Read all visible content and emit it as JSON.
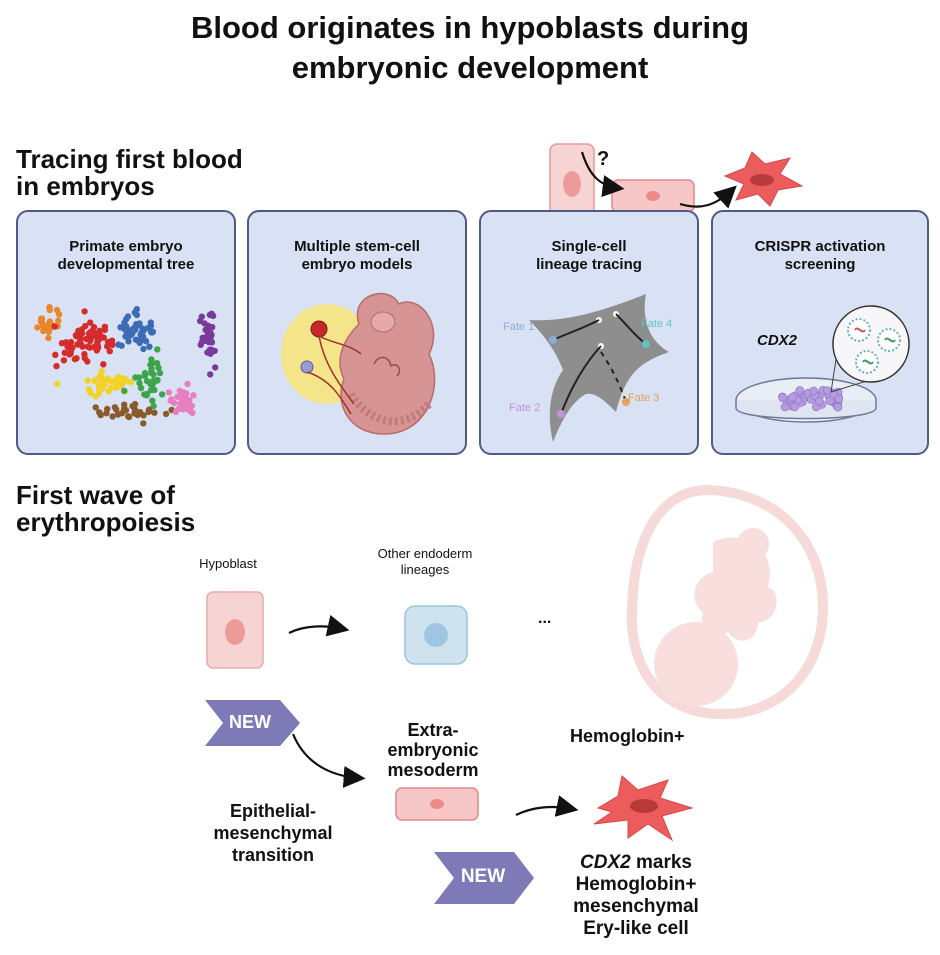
{
  "title_line1": "Blood originates in hypoblasts during",
  "title_line2": "embryonic development",
  "section1": {
    "title_line1": "Tracing first blood",
    "title_line2": "in embryos",
    "question_mark": "?"
  },
  "panels": [
    {
      "line1": "Primate embryo",
      "line2": "developmental tree"
    },
    {
      "line1": "Multiple stem-cell",
      "line2": "embryo models"
    },
    {
      "line1": "Single-cell",
      "line2": "lineage tracing",
      "fates": [
        "Fate 1",
        "Fate 2",
        "Fate 3",
        "Fate 4"
      ]
    },
    {
      "line1": "CRISPR activation",
      "line2": "screening",
      "gene": "CDX2"
    }
  ],
  "section2": {
    "title_line1": "First wave of",
    "title_line2": "erythropoiesis",
    "hypoblast": "Hypoblast",
    "other_endoderm_line1": "Other endoderm",
    "other_endoderm_line2": "lineages",
    "ellipsis": "...",
    "new_tag": "NEW",
    "exe_line1": "Extra-",
    "exe_line2": "embryonic",
    "exe_line3": "mesoderm",
    "hemoglobin": "Hemoglobin+",
    "emt_line1": "Epithelial-",
    "emt_line2": "mesenchymal",
    "emt_line3": "transition",
    "cdx2_gene": "CDX2",
    "cdx2_line1_rest": " marks",
    "cdx2_line2": "Hemoglobin+",
    "cdx2_line3": "mesenchymal",
    "cdx2_line4": "Ery-like cell"
  },
  "colors": {
    "panel_bg": "#d8e2f4",
    "panel_border": "#4f5b86",
    "new_tag": "#7e7ab8",
    "hypoblast_cell": "#f7d4d4",
    "endoderm_cell": "#cfe3ef",
    "ery_cell": "#ec5c5c"
  }
}
